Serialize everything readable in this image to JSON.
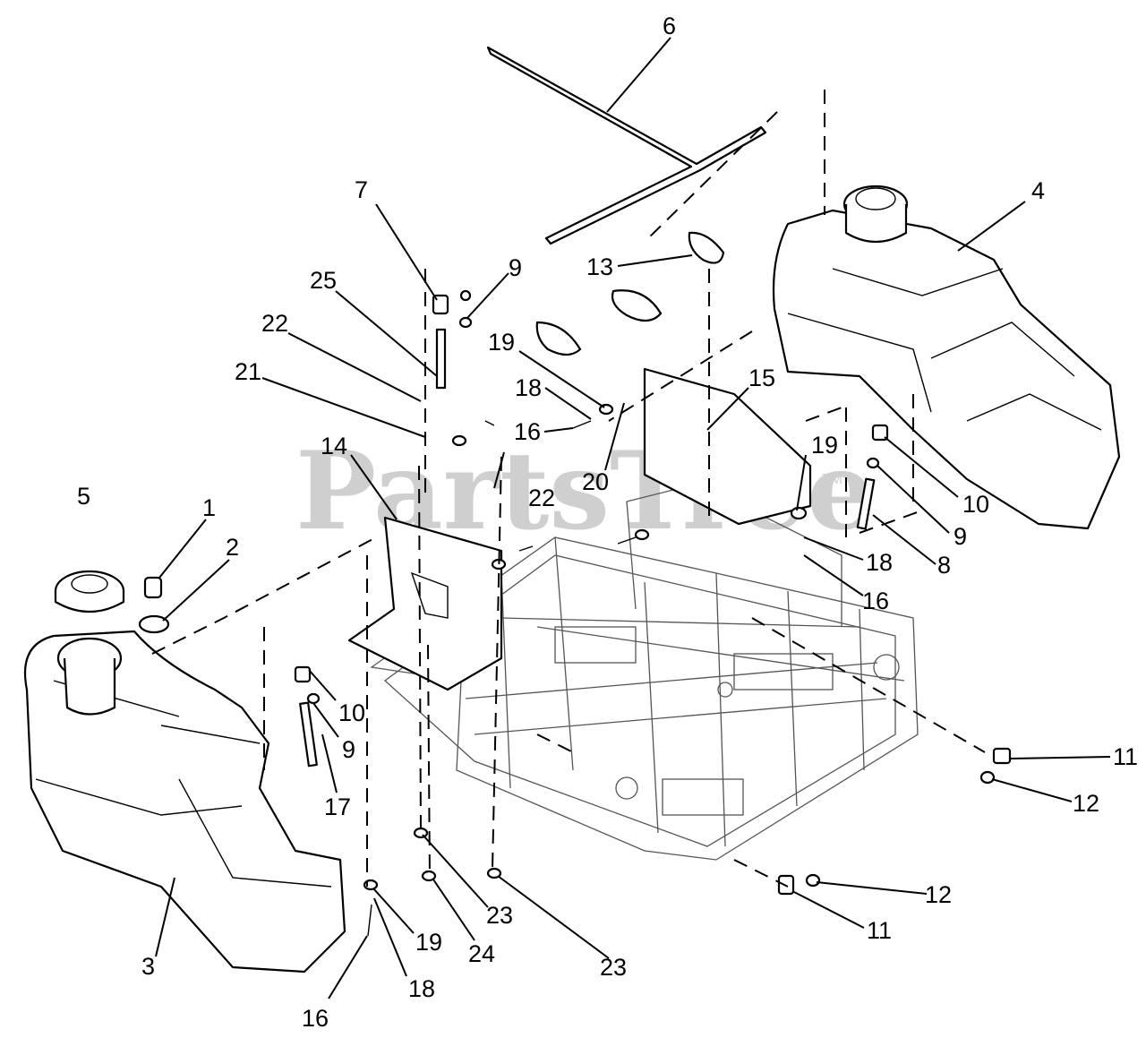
{
  "watermark": {
    "text": "PartsTree",
    "tm": "TM"
  },
  "callouts": [
    "1",
    "2",
    "3",
    "4",
    "5",
    "6",
    "7",
    "8",
    "9",
    "9",
    "9",
    "10",
    "10",
    "11",
    "11",
    "12",
    "12",
    "13",
    "14",
    "15",
    "16",
    "16",
    "16",
    "17",
    "18",
    "18",
    "18",
    "19",
    "19",
    "19",
    "20",
    "21",
    "22",
    "22",
    "23",
    "23",
    "24",
    "25"
  ]
}
